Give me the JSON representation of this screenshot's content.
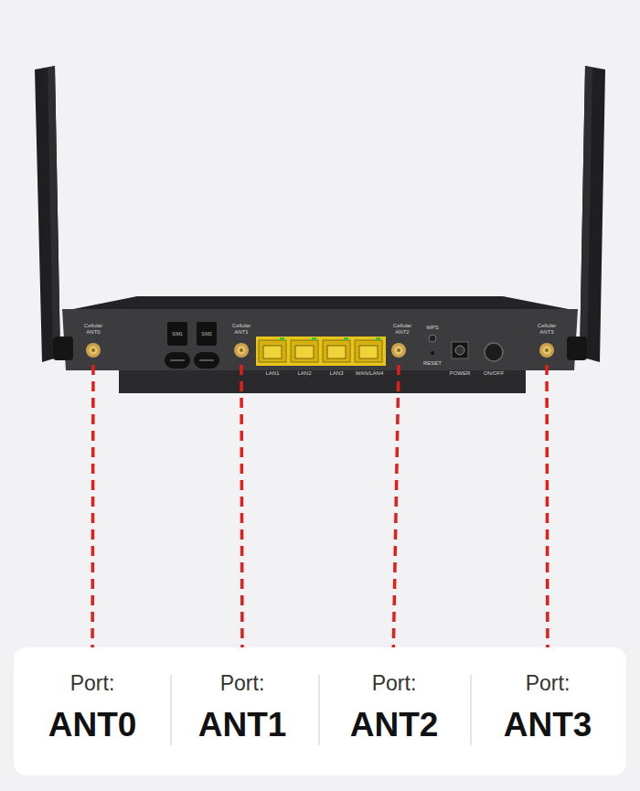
{
  "diagram": {
    "nodes": [
      {
        "text": [
          "Port:",
          "ANT0"
        ]
      },
      {
        "text": [
          "Port:",
          "ANT1"
        ]
      },
      {
        "text": [
          "Port:",
          "ANT2"
        ]
      },
      {
        "text": [
          "Port:",
          "ANT3"
        ]
      }
    ],
    "labels": [
      "Cellular ANT0",
      "SIM1",
      "SIM2",
      "Cellular ANT1",
      "LAN1",
      "LAN2",
      "LAN3",
      "WAN/LAN4",
      "Cellular ANT2",
      "WPS",
      "RESET",
      "POWER",
      "ON/OFF",
      "Cellular ANT3"
    ]
  }
}
